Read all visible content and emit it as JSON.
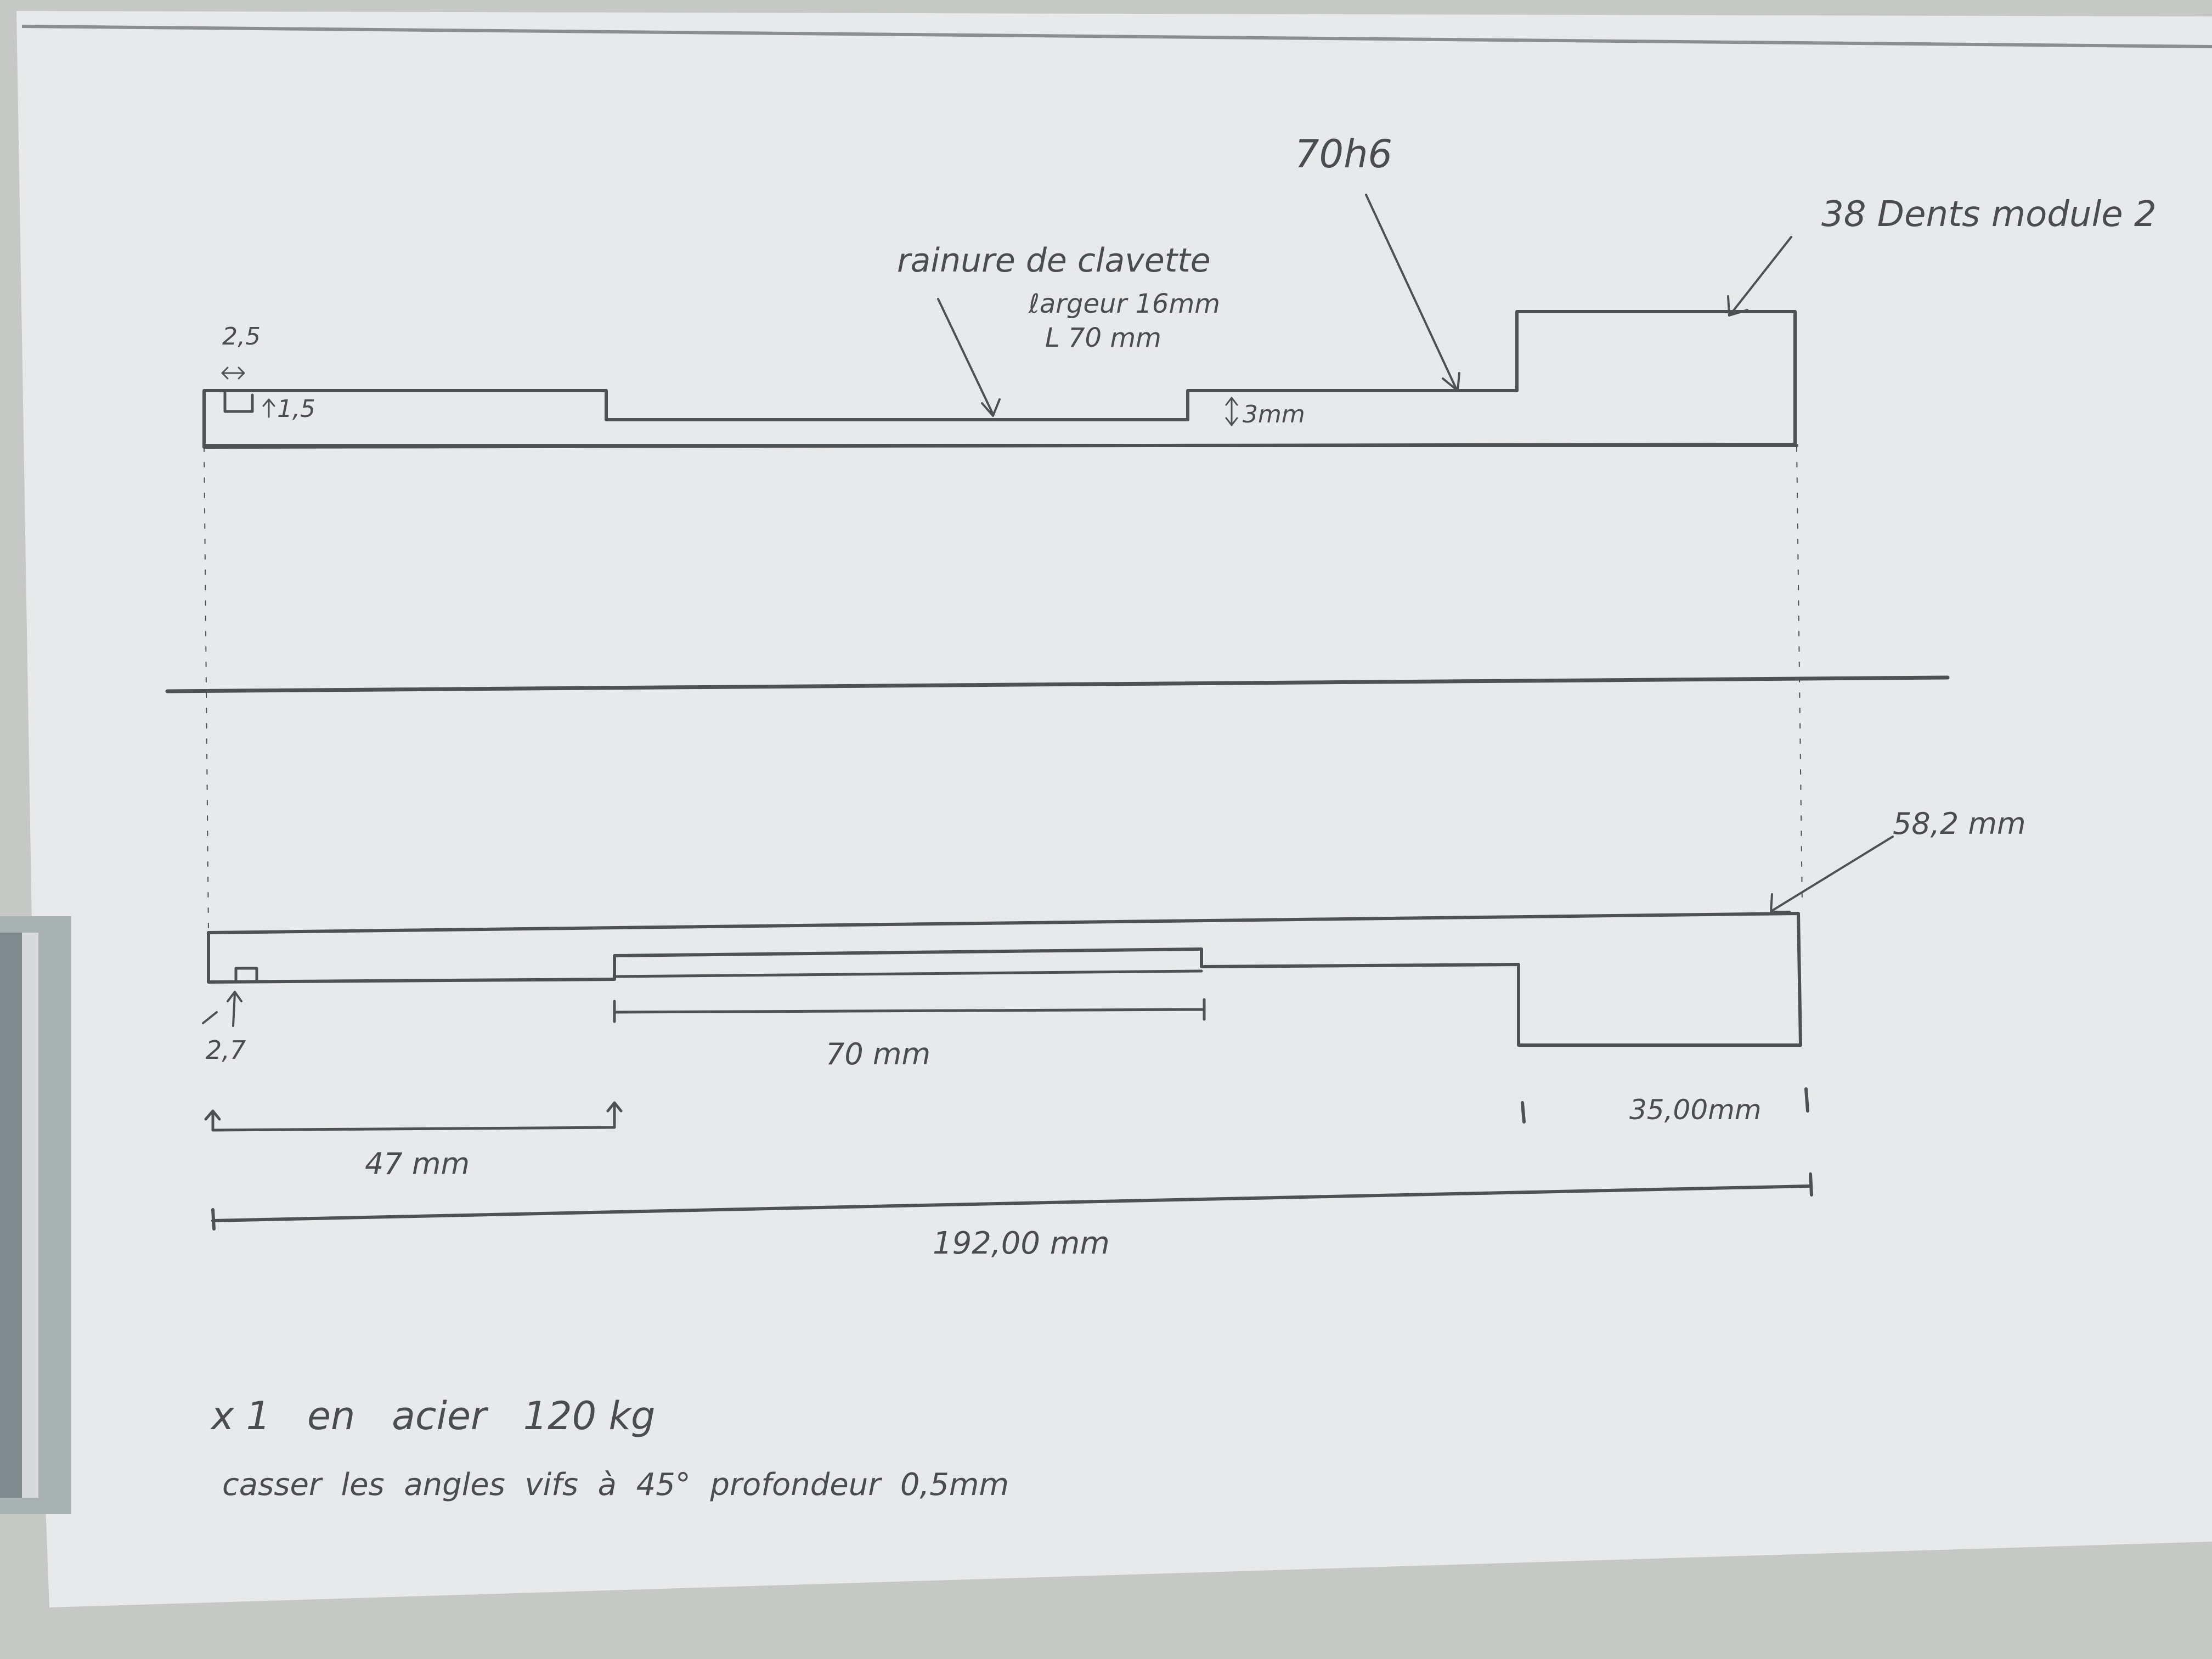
{
  "drawing": {
    "top_view": {
      "annotations": {
        "tolerance": "70h6",
        "gear": "38 Dents module 2",
        "keyway_title": "rainure de clavette",
        "keyway_width": "ℓargeur 16mm",
        "keyway_length": "L 70 mm",
        "chamfer_len": "2,5",
        "chamfer_depth": "1,5",
        "groove_depth": "3mm"
      }
    },
    "bottom_view": {
      "annotations": {
        "gear_diameter": "58,2 mm",
        "step_small": "2,7",
        "keyway_len": "70 mm",
        "gear_len": "35,00mm",
        "shoulder_pos": "47 mm",
        "total_len": "192,00 mm"
      }
    },
    "notes": {
      "line1": "x 1   en   acier   120 kg",
      "line2": "casser  les  angles  vifs  à  45°  profondeur  0,5mm"
    }
  }
}
